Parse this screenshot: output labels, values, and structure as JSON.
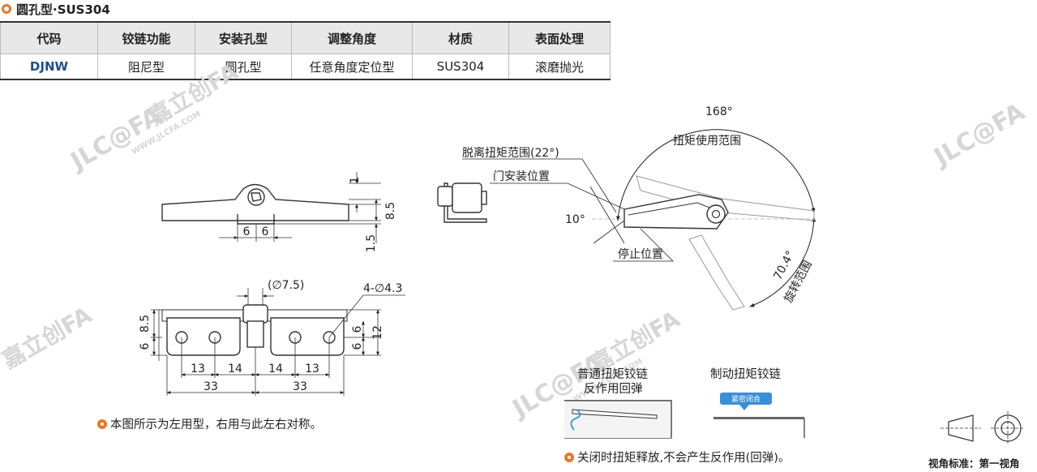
{
  "header": {
    "title": "圆孔型·SUS304"
  },
  "table": {
    "columns": [
      "代码",
      "铰链功能",
      "安装孔型",
      "调整角度",
      "材质",
      "表面处理"
    ],
    "row": [
      "DJNW",
      "阻尼型",
      "圆孔型",
      "任意角度定位型",
      "SUS304",
      "滚磨抛光"
    ]
  },
  "front_view": {
    "dims": [
      "1",
      "8.5",
      "1.5",
      "6",
      "6"
    ]
  },
  "top_view": {
    "dims": [
      "(∅7.5)",
      "4-∅4.3",
      "8.5",
      "6",
      "12",
      "6",
      "6",
      "13",
      "14",
      "14",
      "13",
      "33",
      "33"
    ]
  },
  "angle_view": {
    "labels": {
      "detach": "脱离扭矩范围(22°)",
      "door": "门安装位置",
      "ten": "10°",
      "stop": "停止位置",
      "deg168": "168°",
      "range": "扭矩使用范围",
      "deg704": "70.4°",
      "rotate": "旋转范围"
    }
  },
  "compare": {
    "normal_title_1": "普通扭矩铰链",
    "normal_title_2": "反作用回弹",
    "brake_title": "制动扭矩铰链",
    "badge": "紧密闭合"
  },
  "notes": {
    "left_hand": "本图所示为左用型，右用与此左右对称。",
    "release": "关闭时扭矩释放,不会产生反作用(回弹)。"
  },
  "view_std": {
    "label": "视角标准：第一视角"
  },
  "watermark": {
    "cn": "嘉立创FA",
    "logo": "JLC@FA",
    "url": "WWW.JLCFA.COM"
  },
  "colors": {
    "accent": "#e8782a",
    "code": "#1d4e8f",
    "badge": "#3a8fd8",
    "watermark": "#d6d6d6"
  }
}
